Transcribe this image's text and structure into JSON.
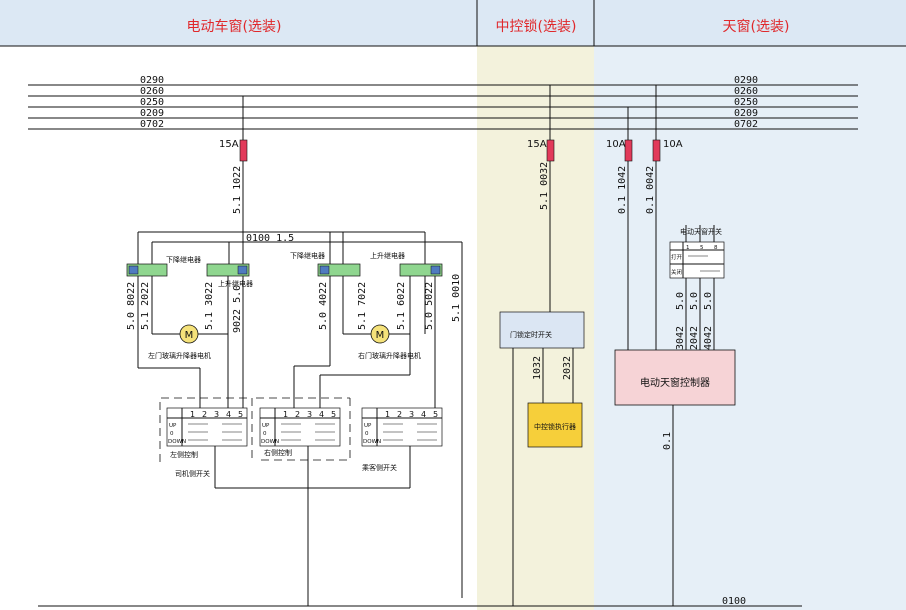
{
  "colors": {
    "header_bg": "#dce8f4",
    "title_red": "#e0282b",
    "lock_col": "#f3f2dc",
    "sunroof_col": "#e6eff7",
    "fuse": "#e23a5a",
    "relay_green": "#8fd68f",
    "switch_blue": "#4f7bc0",
    "motor_yellow": "#f5e27a",
    "timer_box": "#dbe6f3",
    "actuator": "#f6cf3a",
    "controller": "#f6d3d6"
  },
  "sections": {
    "windows": "电动车窗(选装)",
    "lock": "中控锁(选装)",
    "sunroof": "天窗(选装)"
  },
  "buses_left": [
    "0290",
    "0260",
    "0250",
    "0209",
    "0702"
  ],
  "buses_right": [
    "0290",
    "0260",
    "0250",
    "0209",
    "0702"
  ],
  "fuses": {
    "windows": "15A",
    "lock": "15A",
    "sunroof_a": "10A",
    "sunroof_b": "10A"
  },
  "wires": {
    "w_1022": "5.1 1022",
    "w_0032": "5.1 0032",
    "w_1042": "0.1 1042",
    "w_0042": "0.1 0042",
    "w_0100": "0100 1.5",
    "w_8022": "5.0 8022",
    "w_2022": "5.1 2022",
    "w_3022": "5.1 3022",
    "w_9022": "9022 5.0",
    "w_4022": "5.0 4022",
    "w_7022": "5.1 7022",
    "w_6022": "5.1 6022",
    "w_5022": "5.0 5022",
    "w_0010": "5.1 0010",
    "w_1032": "1032",
    "w_2032": "2032",
    "w_3042": "3042",
    "w_2042": "2042",
    "w_4042": "4042",
    "w_s1": "5.0",
    "w_s2": "5.0",
    "w_s3": "5.0",
    "w_01": "0.1",
    "ground": "0100"
  },
  "labels": {
    "down_relay_l": "下降继电器",
    "up_relay_l": "上升继电器",
    "down_relay_r": "下降继电器",
    "up_relay_r": "上升继电器",
    "left_motor": "左门玻璃升降器电机",
    "right_motor": "右门玻璃升降器电机",
    "motor_glyph": "M",
    "left_ctrl": "左侧控制",
    "right_ctrl": "右侧控制",
    "driver_sw": "司机侧开关",
    "passenger_sw": "乘客侧开关",
    "lock_timer": "门锁定时开关",
    "lock_actuator": "中控锁执行器",
    "sunroof_switch": "电动天窗开关",
    "sunroof_open": "打开",
    "sunroof_close": "关闭",
    "sunroof_ctrl": "电动天窗控制器"
  },
  "switch_cols": [
    "1",
    "2",
    "3",
    "4",
    "5"
  ],
  "switch_rows": [
    "UP",
    "0",
    "DOWN"
  ],
  "sunroof_cols": [
    "1",
    "5",
    "8"
  ]
}
